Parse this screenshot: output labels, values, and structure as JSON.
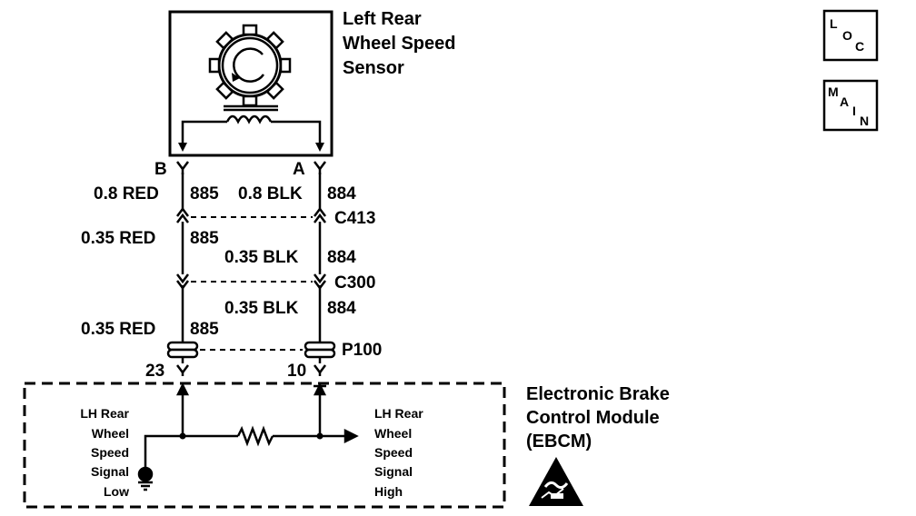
{
  "sensor": {
    "name_lines": [
      "Left Rear",
      "Wheel Speed",
      "Sensor"
    ],
    "pin_b": "B",
    "pin_a": "A"
  },
  "wires": {
    "b_seg1": "0.8 RED",
    "b_seg1_circuit": "885",
    "a_seg1": "0.8 BLK",
    "a_seg1_circuit": "884",
    "b_seg2": "0.35 RED",
    "b_seg2_circuit": "885",
    "a_seg2": "0.35 BLK",
    "a_seg2_circuit": "884",
    "a_seg3": "0.35 BLK",
    "a_seg3_circuit": "884",
    "b_seg3": "0.35 RED",
    "b_seg3_circuit": "885"
  },
  "connectors": {
    "c413": "C413",
    "c300": "C300",
    "p100": "P100",
    "pin_23": "23",
    "pin_10": "10"
  },
  "module": {
    "name_lines": [
      "Electronic Brake",
      "Control Module",
      "(EBCM)"
    ],
    "signal_low_lines": [
      "LH Rear",
      "Wheel",
      "Speed",
      "Signal",
      "Low"
    ],
    "signal_high_lines": [
      "LH Rear",
      "Wheel",
      "Speed",
      "Signal",
      "High"
    ]
  },
  "nav_buttons": {
    "loc": [
      "L",
      "O",
      "C"
    ],
    "main": [
      "M",
      "A",
      "I",
      "N"
    ]
  }
}
